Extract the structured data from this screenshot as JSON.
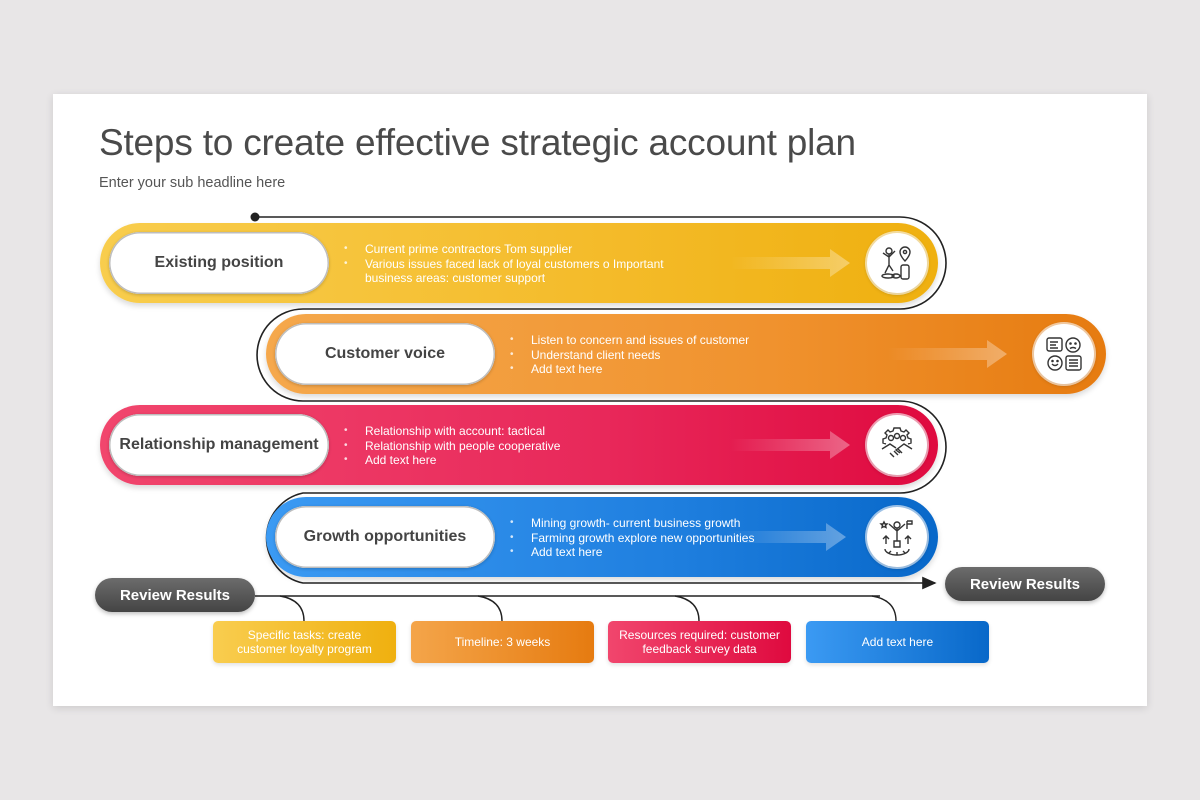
{
  "slide": {
    "title": "Steps to create effective strategic account plan",
    "subtitle": "Enter your sub headline here"
  },
  "steps": [
    {
      "label": "Existing position",
      "color": "#f4bb2a",
      "icon": "achievement-milestone-icon",
      "bullets": [
        "Current prime contractors Tom supplier",
        "Various issues faced lack of loyal customers o Important business areas: customer support"
      ]
    },
    {
      "label": "Customer voice",
      "color": "#f0922e",
      "icon": "customer-feedback-icon",
      "bullets": [
        "Listen to concern and issues of customer",
        "Understand client needs",
        "Add text here"
      ]
    },
    {
      "label": "Relationship management",
      "color": "#e8285a",
      "icon": "handshake-team-gear-icon",
      "bullets": [
        "Relationship with account: tactical",
        "Relationship with people cooperative",
        "Add text here"
      ]
    },
    {
      "label": "Growth opportunities",
      "color": "#1f7fdf",
      "icon": "growth-person-gear-icon",
      "bullets": [
        "Mining growth- current business growth",
        "Farming growth explore new opportunities",
        "Add text here"
      ]
    }
  ],
  "review": {
    "left_label": "Review Results",
    "right_label": "Review Results"
  },
  "cards": [
    {
      "text": "Specific tasks: create customer loyalty program",
      "color": "#f4bb2a"
    },
    {
      "text": "Timeline: 3 weeks",
      "color": "#f0922e"
    },
    {
      "text": "Resources required: customer feedback survey data",
      "color": "#e8285a"
    },
    {
      "text": "Add text here",
      "color": "#1f7fdf"
    }
  ]
}
